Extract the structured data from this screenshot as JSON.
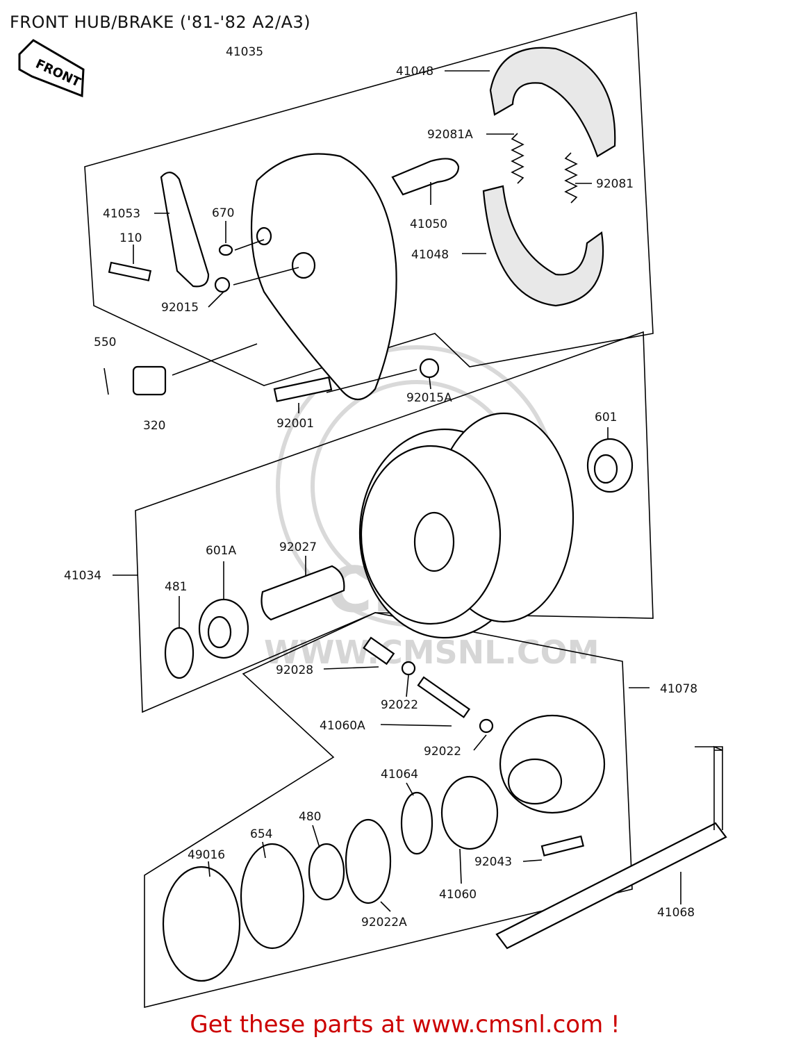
{
  "title": "FRONT HUB/BRAKE ('81-'82 A2/A3)",
  "front_tag": "FRONT",
  "watermark": {
    "brand": "CMS",
    "url": "WWW.CMSNL.COM"
  },
  "footer": "Get these parts at www.cmsnl.com !",
  "parts": {
    "p41035": "41035",
    "p41048a": "41048",
    "p92081a": "92081A",
    "p92081": "92081",
    "p41053": "41053",
    "p670": "670",
    "p110": "110",
    "p41050": "41050",
    "p41048b": "41048",
    "p92015": "92015",
    "p550": "550",
    "p320": "320",
    "p92015a": "92015A",
    "p92001": "92001",
    "p601": "601",
    "p41034": "41034",
    "p601a": "601A",
    "p92027": "92027",
    "p481": "481",
    "p92028": "92028",
    "p41078": "41078",
    "p92022a": "92022",
    "p41060a": "41060A",
    "p92022b": "92022",
    "p41064": "41064",
    "p480": "480",
    "p654": "654",
    "p49016": "49016",
    "p92043": "92043",
    "p41060": "41060",
    "p92022c": "92022A",
    "p41068": "41068"
  }
}
